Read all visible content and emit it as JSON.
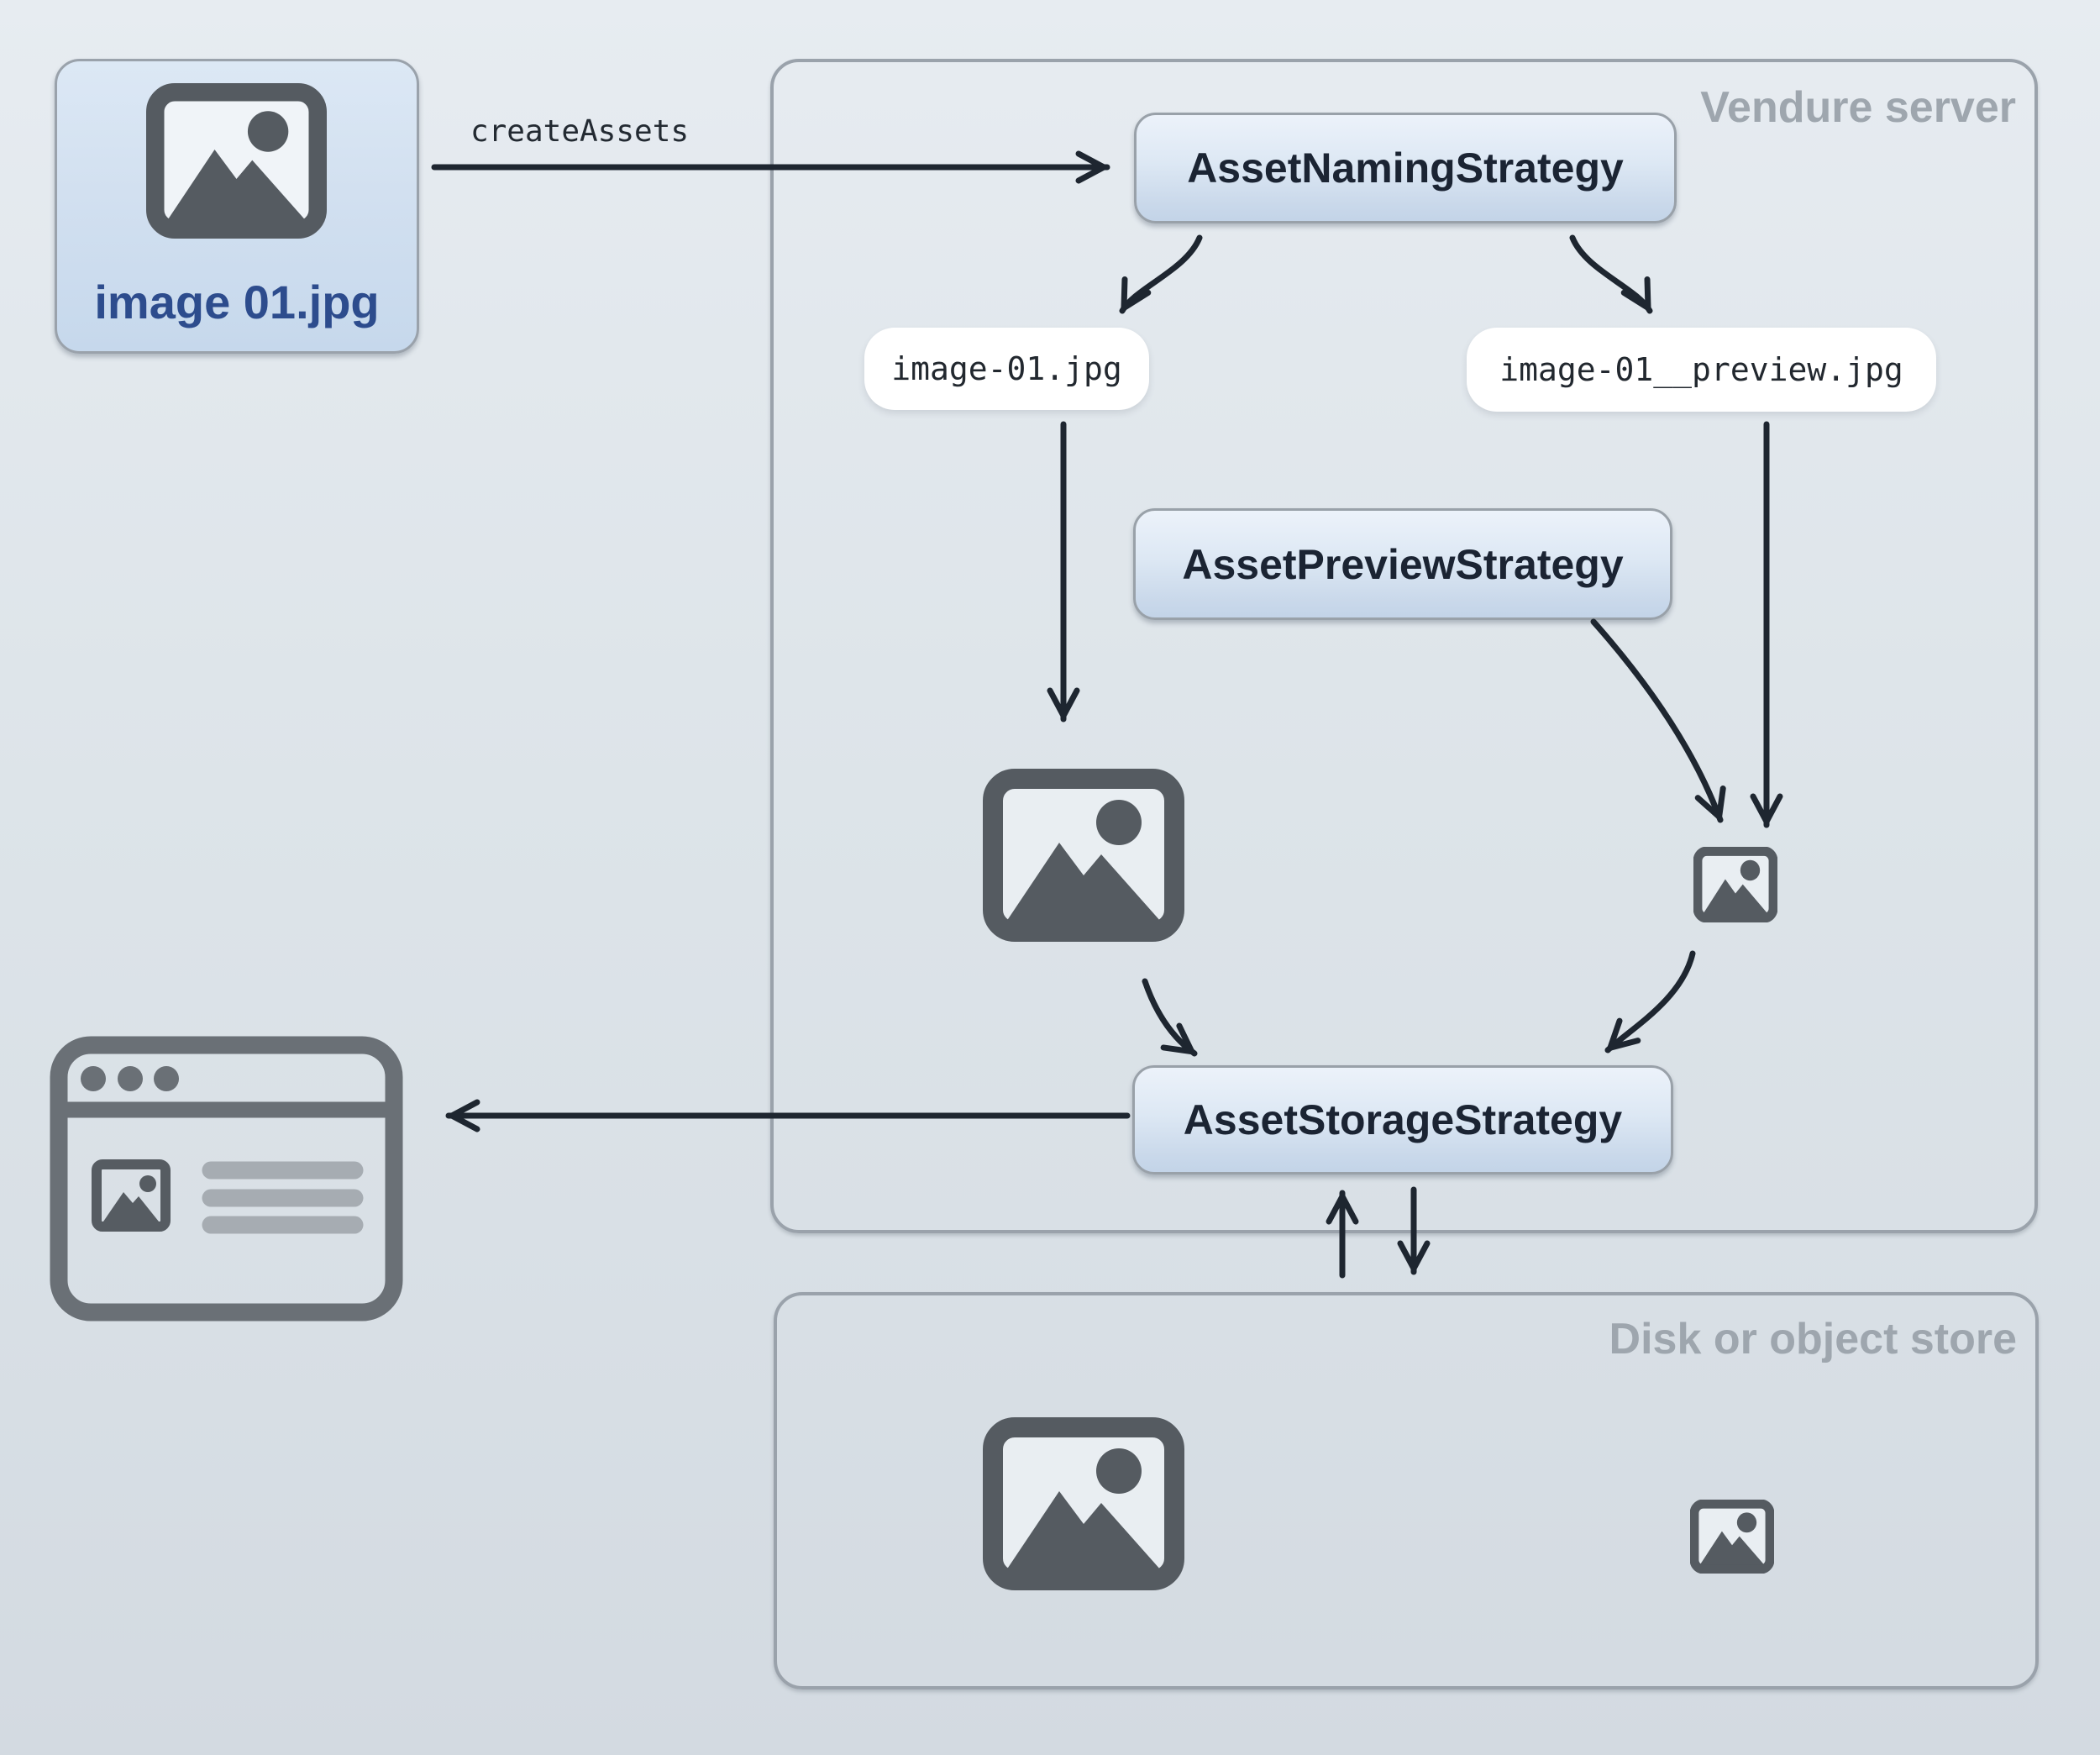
{
  "diagram": {
    "source_box": {
      "label": "image 01.jpg"
    },
    "flow": {
      "create_assets_label": "createAssets"
    },
    "vendure_server": {
      "title": "Vendure server",
      "naming_strategy_label": "AssetNamingStrategy",
      "preview_strategy_label": "AssetPreviewStrategy",
      "storage_strategy_label": "AssetStorageStrategy",
      "original_filename": "image-01.jpg",
      "preview_filename": "image-01__preview.jpg"
    },
    "disk_store": {
      "title": "Disk or object store"
    }
  },
  "icons": {
    "source_image": "image-placeholder-icon",
    "vendure_original_image": "image-placeholder-icon",
    "vendure_preview_image": "image-placeholder-icon-small",
    "disk_original_image": "image-placeholder-icon",
    "disk_preview_image": "image-placeholder-icon-small",
    "storefront": "browser-window-icon"
  },
  "colors": {
    "background_top": "#e7ecf1",
    "background_bottom": "#d3dae1",
    "box_border": "#9aa2ab",
    "muted_title": "#9ea6ae",
    "button_gradient_top": "#ecf2fa",
    "button_gradient_bottom": "#c3d4e8",
    "button_text": "#1b2433",
    "source_box_gradient_top": "#dce8f5",
    "source_box_gradient_bottom": "#c6d8ec",
    "source_label_blue": "#2d4c8d",
    "pill_background": "#ffffff",
    "pill_text": "#22282f",
    "arrow": "#1e2630",
    "icon_gray": "#555b61",
    "browser_icon_gray": "#6a7076"
  }
}
